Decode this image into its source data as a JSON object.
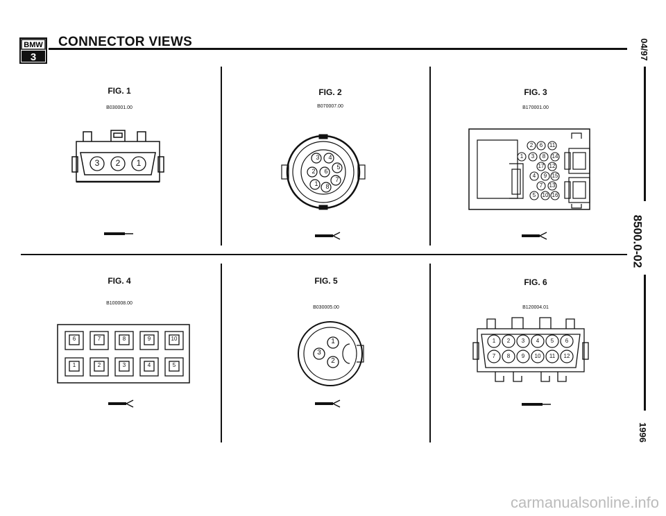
{
  "header": {
    "logo_brand": "BMW",
    "logo_series": "3",
    "title": "CONNECTOR VIEWS"
  },
  "side": {
    "date": "04/97",
    "doc_number": "8500.0-02",
    "year": "1996"
  },
  "figures": [
    {
      "title": "FIG. 1",
      "code": "B030001.00",
      "pins": [
        "3",
        "2",
        "1"
      ]
    },
    {
      "title": "FIG. 2",
      "code": "B070007.00",
      "pins": [
        "3",
        "4",
        "5",
        "2",
        "6",
        "7",
        "1",
        "8"
      ]
    },
    {
      "title": "FIG. 3",
      "code": "B170001.00",
      "pins": [
        "2",
        "6",
        "11",
        "1",
        "3",
        "8",
        "14",
        "17",
        "12",
        "4",
        "9",
        "15",
        "7",
        "13",
        "5",
        "10",
        "16"
      ]
    },
    {
      "title": "FIG. 4",
      "code": "B100008.00",
      "pins": [
        "6",
        "7",
        "8",
        "9",
        "10",
        "1",
        "2",
        "3",
        "4",
        "5"
      ]
    },
    {
      "title": "FIG. 5",
      "code": "B030005.00",
      "pins": [
        "1",
        "3",
        "2"
      ]
    },
    {
      "title": "FIG. 6",
      "code": "B120004.01",
      "pins": [
        "1",
        "2",
        "3",
        "4",
        "5",
        "6",
        "7",
        "8",
        "9",
        "10",
        "11",
        "12"
      ]
    }
  ],
  "watermark": "carmanualsonline.info"
}
